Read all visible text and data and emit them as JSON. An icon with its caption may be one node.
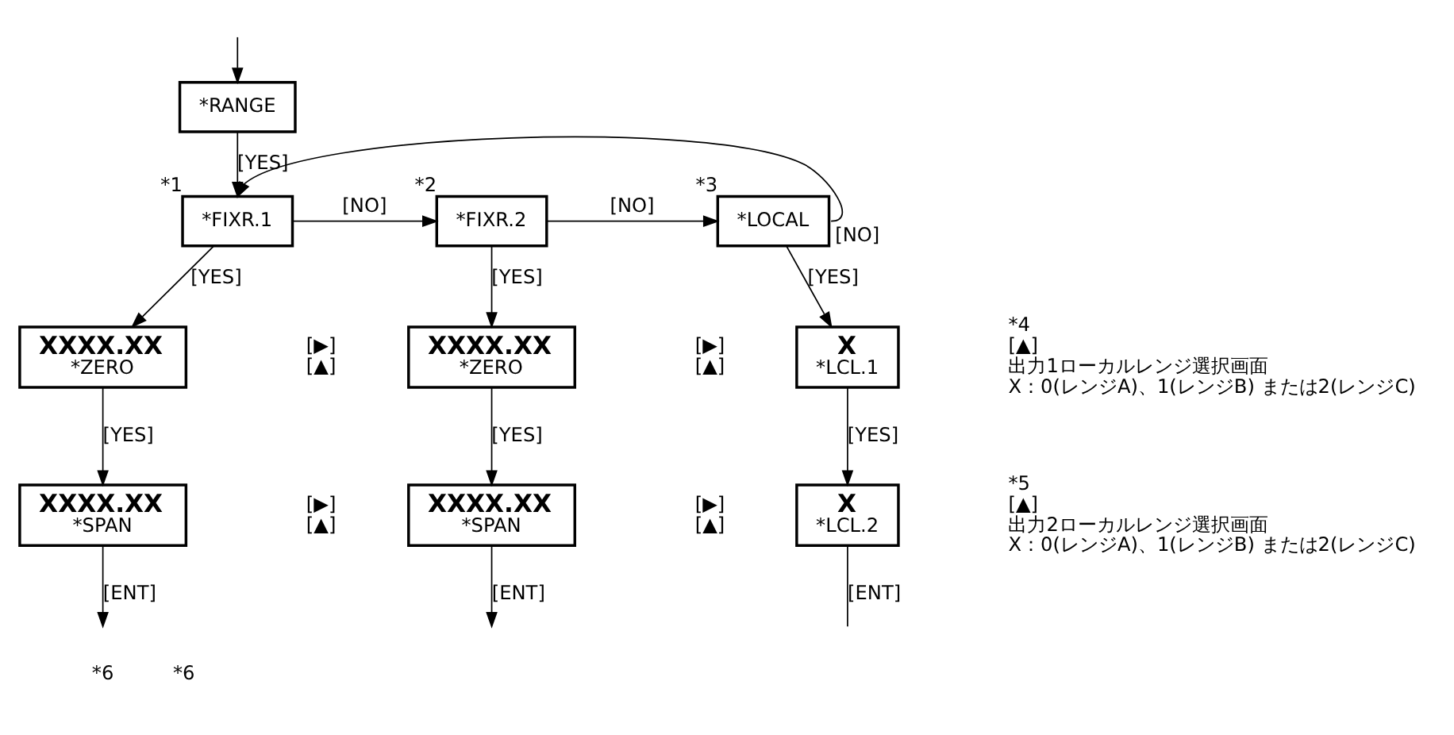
{
  "diagram": {
    "nodes": [
      {
        "text": [
          "*RANGE"
        ]
      },
      {
        "text": [
          "*FIXR.1"
        ],
        "beside": [
          "*1"
        ]
      },
      {
        "text": [
          "*FIXR.2"
        ],
        "beside": [
          "*2"
        ]
      },
      {
        "text": [
          "*LOCAL"
        ],
        "beside": [
          "*3"
        ]
      },
      {
        "text": [
          "XXXX.XX",
          "*ZERO"
        ],
        "beside": [
          "[▶]",
          "[▲]"
        ]
      },
      {
        "text": [
          "XXXX.XX",
          "*ZERO"
        ],
        "beside": [
          "[▶]",
          "[▲]"
        ]
      },
      {
        "text": [
          "X",
          "*LCL.1"
        ],
        "beside": [
          "*4",
          "[▲]",
          "出力1ローカルレンジ選択画面",
          "X：0(レンジA)、1(レンジB) または2(レンジC)"
        ]
      },
      {
        "text": [
          "XXXX.XX",
          "*SPAN"
        ],
        "beside": [
          "[▶]",
          "[▲]"
        ]
      },
      {
        "text": [
          "XXXX.XX",
          "*SPAN"
        ],
        "beside": [
          "[▶]",
          "[▲]"
        ]
      },
      {
        "text": [
          "X",
          "*LCL.2"
        ],
        "beside": [
          "*5",
          "[▲]",
          "出力2ローカルレンジ選択画面",
          "X：0(レンジA)、1(レンジB) または2(レンジC)"
        ]
      }
    ],
    "edges": [
      {
        "from": null,
        "to": 0,
        "arrow": "to"
      },
      {
        "from": 0,
        "to": 1,
        "arrow": "to",
        "label": "[YES]"
      },
      {
        "from": 1,
        "to": 2,
        "arrow": "to",
        "label": "[NO]"
      },
      {
        "from": 2,
        "to": 3,
        "arrow": "to",
        "label": "[NO]"
      },
      {
        "from": 3,
        "to": 1,
        "arrow": "to",
        "label": "[NO]"
      },
      {
        "from": 1,
        "to": 4,
        "arrow": "to",
        "label": "[YES]"
      },
      {
        "from": 2,
        "to": 5,
        "arrow": "to",
        "label": "[YES]"
      },
      {
        "from": 3,
        "to": 6,
        "arrow": "to",
        "label": "[YES]"
      },
      {
        "from": 4,
        "to": 7,
        "arrow": "to",
        "label": "[YES]"
      },
      {
        "from": 5,
        "to": 8,
        "arrow": "to",
        "label": "[YES]"
      },
      {
        "from": 6,
        "to": 9,
        "arrow": "to",
        "label": "[YES]"
      },
      {
        "from": 7,
        "to": null,
        "arrow": "to",
        "label": "[ENT]"
      },
      {
        "from": 8,
        "to": null,
        "arrow": "to",
        "label": "[ENT]"
      },
      {
        "from": 9,
        "to": null,
        "arrow": "none",
        "label": "[ENT]"
      }
    ],
    "labels": [
      "*6",
      "*6"
    ]
  }
}
